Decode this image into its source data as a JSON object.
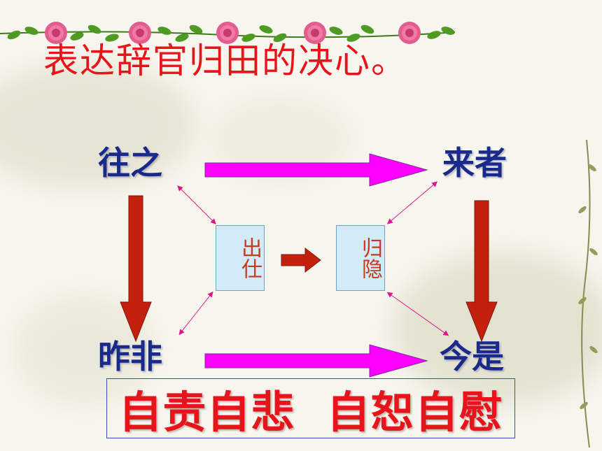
{
  "title": "表达辞官归田的决心。",
  "nodes": {
    "wangzhi": "往之",
    "laizhe": "来者",
    "zuofei": "昨非",
    "jinshi": "今是"
  },
  "boxes": {
    "shishi": "出仕",
    "guiyin": "归隐"
  },
  "conclusion": "自责自悲  自恕自慰",
  "colors": {
    "magenta_arrow": "#ff00ff",
    "red_arrow": "#c3200e",
    "node_text": "#1a2a8c",
    "title_text": "#e8141c",
    "box_fill": "#d3ebf7"
  }
}
